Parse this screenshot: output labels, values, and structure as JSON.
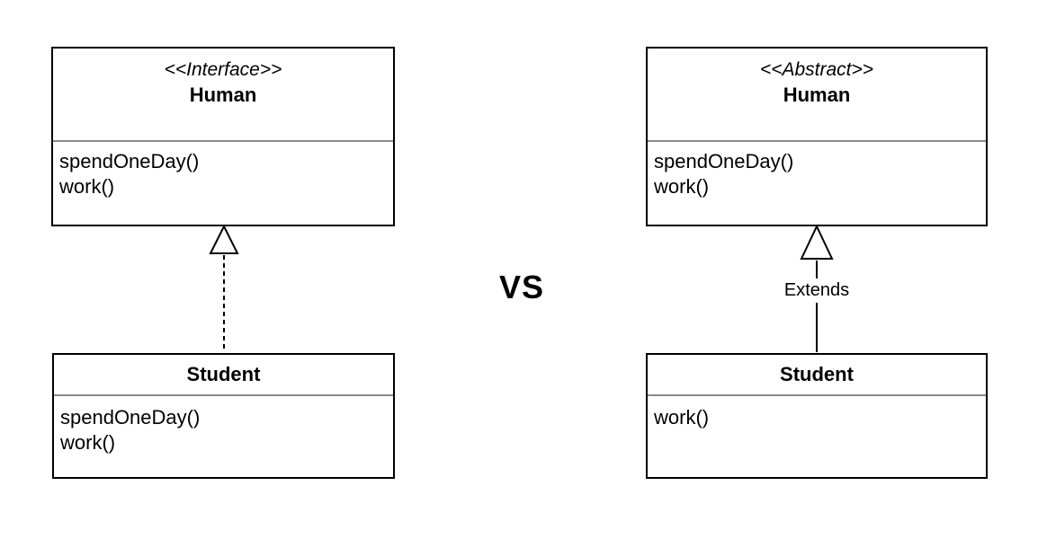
{
  "diagram": {
    "vs_label": "VS",
    "left": {
      "parent": {
        "stereotype": "<<Interface>>",
        "name": "Human",
        "methods": [
          "spendOneDay()",
          "work()"
        ]
      },
      "child": {
        "name": "Student",
        "methods": [
          "spendOneDay()",
          "work()"
        ]
      },
      "connector": {
        "style": "dashed",
        "label": ""
      }
    },
    "right": {
      "parent": {
        "stereotype": "<<Abstract>>",
        "name": "Human",
        "methods": [
          "spendOneDay()",
          "work()"
        ]
      },
      "child": {
        "name": "Student",
        "methods": [
          "work()"
        ]
      },
      "connector": {
        "style": "solid",
        "label": "Extends"
      }
    },
    "colors": {
      "background": "#ffffff",
      "border": "#000000",
      "divider": "#8a8a8a",
      "text": "#000000"
    }
  }
}
